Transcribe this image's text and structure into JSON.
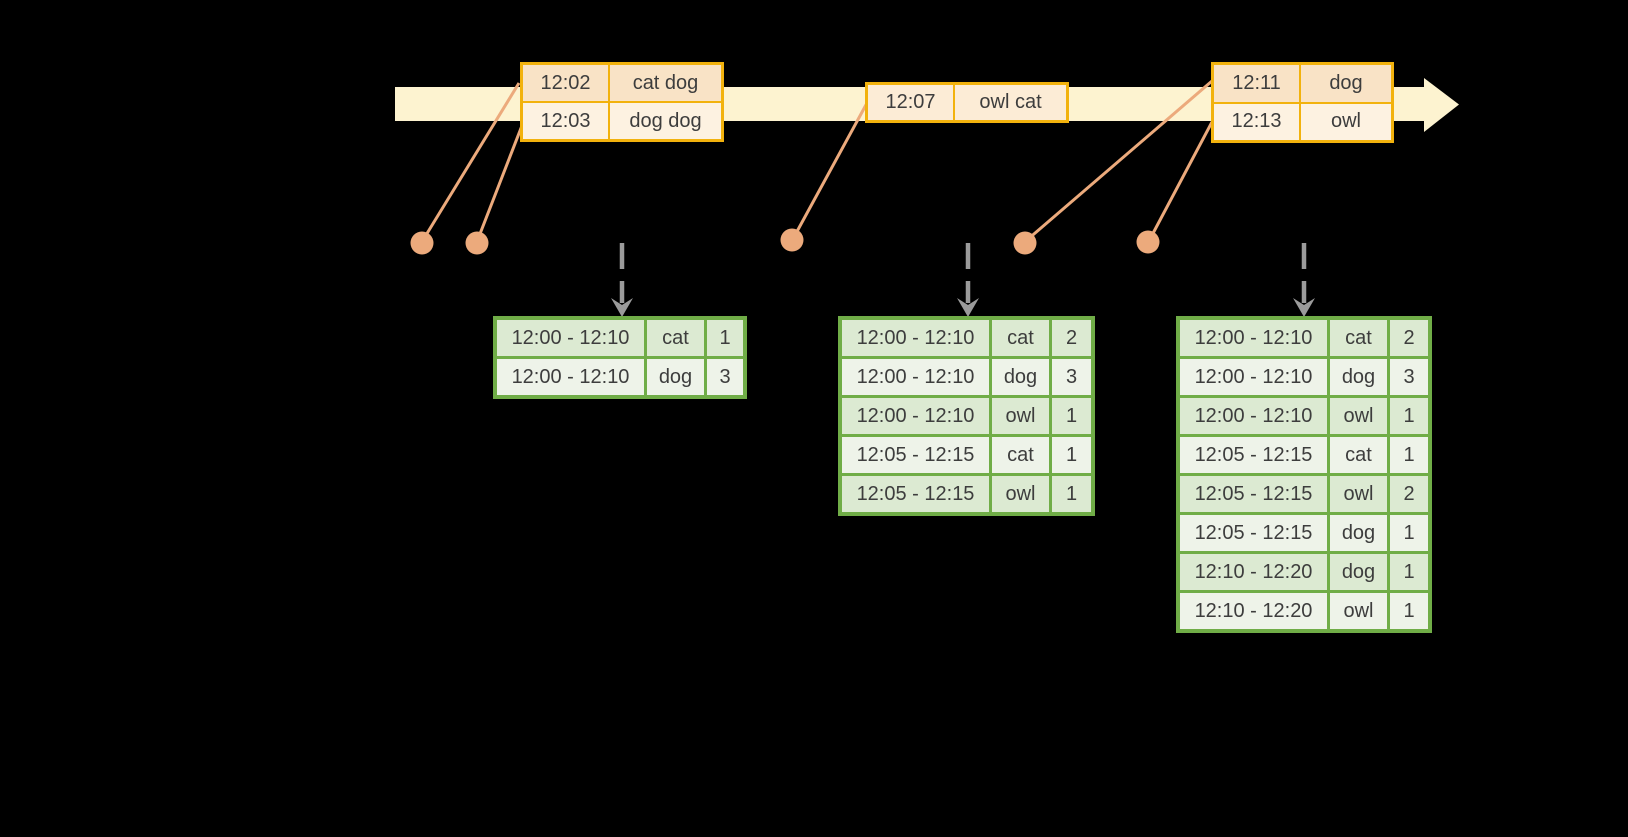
{
  "diagram": {
    "colors": {
      "background": "#000000",
      "timeline_band": "#fdf3d0",
      "event_box_border": "#f2b20d",
      "event_row_peach": "#f9e3c6",
      "event_row_cream": "#fdf2e1",
      "connector_orange": "#ecaa7c",
      "trigger_arrow_gray": "#9b9b9b",
      "table_border_green": "#70ad47",
      "table_row_odd": "#dcead2",
      "table_row_even": "#eef3e9",
      "text": "#3d3d3d"
    },
    "icons": {
      "timeline_arrowhead": "arrow-right",
      "trigger_arrow": "dashed-arrow-down",
      "event_marker": "filled-dot"
    },
    "event_boxes": [
      {
        "rows": [
          {
            "time": "12:02",
            "words": "cat dog"
          },
          {
            "time": "12:03",
            "words": "dog dog"
          }
        ]
      },
      {
        "rows": [
          {
            "time": "12:07",
            "words": "owl cat"
          }
        ]
      },
      {
        "rows": [
          {
            "time": "12:11",
            "words": "dog"
          },
          {
            "time": "12:13",
            "words": "owl"
          }
        ]
      }
    ],
    "result_tables": [
      {
        "rows": [
          [
            "12:00 - 12:10",
            "cat",
            "1"
          ],
          [
            "12:00 - 12:10",
            "dog",
            "3"
          ]
        ]
      },
      {
        "rows": [
          [
            "12:00 - 12:10",
            "cat",
            "2"
          ],
          [
            "12:00 - 12:10",
            "dog",
            "3"
          ],
          [
            "12:00 - 12:10",
            "owl",
            "1"
          ],
          [
            "12:05 - 12:15",
            "cat",
            "1"
          ],
          [
            "12:05 - 12:15",
            "owl",
            "1"
          ]
        ]
      },
      {
        "rows": [
          [
            "12:00 - 12:10",
            "cat",
            "2"
          ],
          [
            "12:00 - 12:10",
            "dog",
            "3"
          ],
          [
            "12:00 - 12:10",
            "owl",
            "1"
          ],
          [
            "12:05 - 12:15",
            "cat",
            "1"
          ],
          [
            "12:05 - 12:15",
            "owl",
            "2"
          ],
          [
            "12:05 - 12:15",
            "dog",
            "1"
          ],
          [
            "12:10 - 12:20",
            "dog",
            "1"
          ],
          [
            "12:10 - 12:20",
            "owl",
            "1"
          ]
        ]
      }
    ]
  }
}
